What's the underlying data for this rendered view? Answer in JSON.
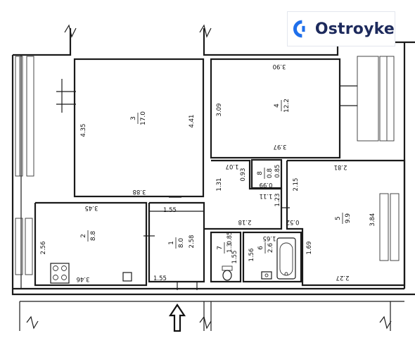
{
  "brand": {
    "name": "Ostroyke",
    "accent": "#1f6feb",
    "text_color": "#1d2a5c"
  },
  "rooms": [
    {
      "id": "3",
      "area": "17.0"
    },
    {
      "id": "4",
      "area": "12.2"
    },
    {
      "id": "2",
      "area": "8.8"
    },
    {
      "id": "1",
      "area": "8.0"
    },
    {
      "id": "5",
      "area": "9.9"
    },
    {
      "id": "7",
      "area": "1.3"
    },
    {
      "id": "6",
      "area": "2.6"
    },
    {
      "id": "8",
      "area": "0.8"
    }
  ],
  "dimensions": {
    "r3_left": "4.35",
    "r3_right": "4.41",
    "r3_bottom": "3.88",
    "r4_top": "3.90",
    "r4_left": "3.09",
    "r4_bottom": "3.97",
    "r2_top": "3.45",
    "r2_left": "2.56",
    "r2_bottom": "3.46",
    "r1_top": "1.55",
    "r1_right": "2.58",
    "r1_bottom": "1.55",
    "r5_top": "2.81",
    "r5_left": "2.15",
    "r5_right": "3.84",
    "r5_bottom": "2.27",
    "r5_mid": "1.69",
    "hall_top": "1.07",
    "hall_left": "1.31",
    "hall_r": "1.11",
    "r8_left": "0.93",
    "r8_right": "0.85",
    "r8_bottom": "0.99",
    "corr_a": "1.23",
    "corr_b": "0.52",
    "wc_top": "2.18",
    "r7_top": "0.85",
    "r7_side": "1.55",
    "r6_top": "1.65",
    "r6_left": "1.56"
  }
}
